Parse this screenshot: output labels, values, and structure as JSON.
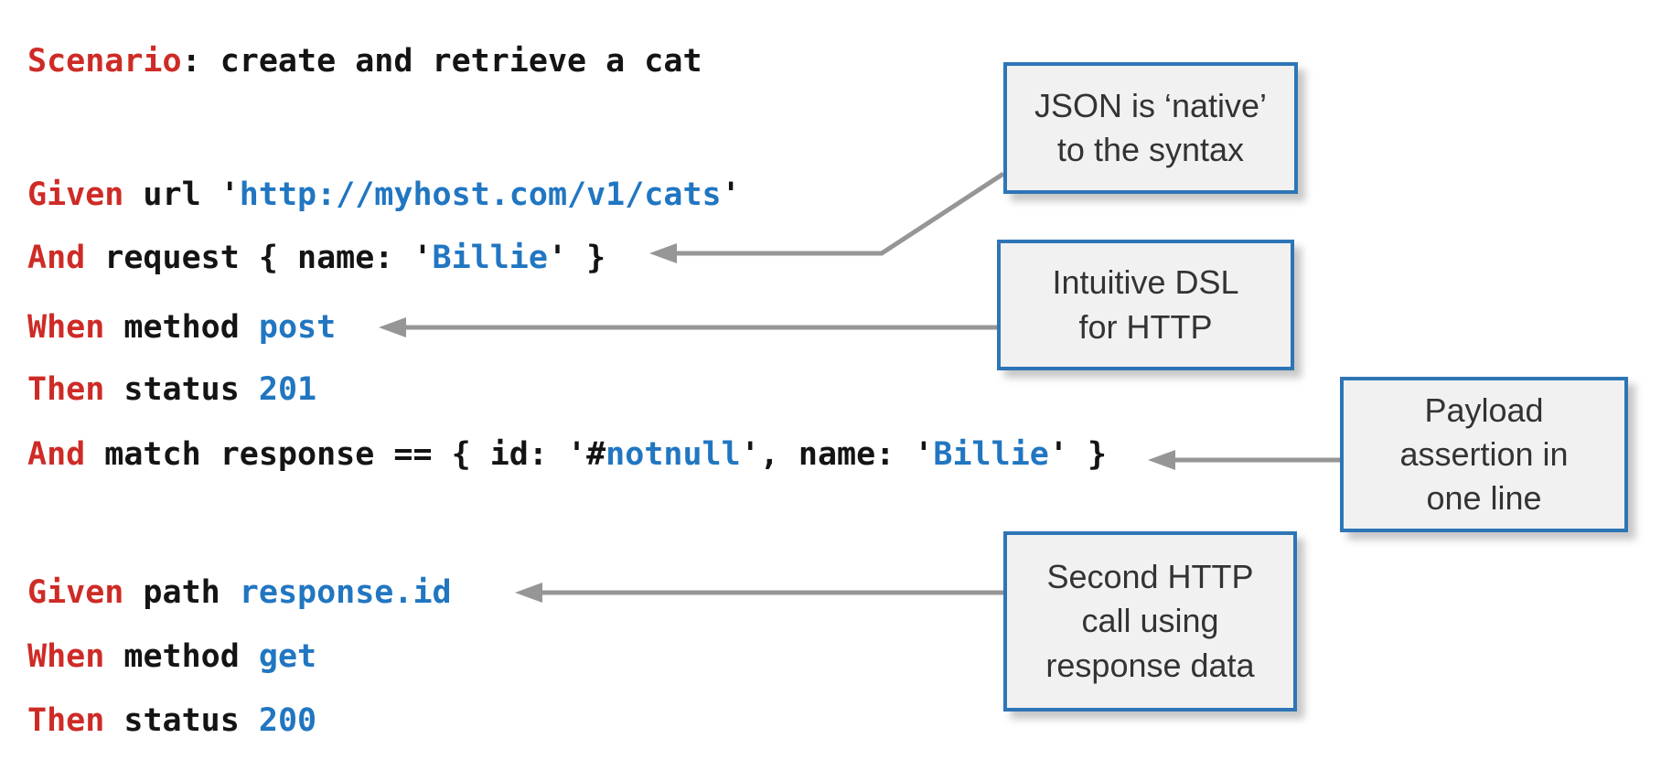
{
  "colors": {
    "background": "#ffffff",
    "code_keyword_red": "#ce2b26",
    "code_plain_black": "#141414",
    "code_value_blue": "#2176c1",
    "callout_border_blue": "#2e75b6",
    "callout_fill_gray": "#f1f1f2",
    "callout_text": "#333333",
    "arrow_gray": "#969696"
  },
  "code": {
    "language": "karate-gherkin",
    "lines": [
      {
        "segments": [
          {
            "text": "Scenario",
            "role": "keyword"
          },
          {
            "text": ": create and retrieve a cat",
            "role": "plain"
          }
        ]
      },
      {
        "segments": [
          {
            "text": "Given",
            "role": "keyword"
          },
          {
            "text": " url '",
            "role": "plain"
          },
          {
            "text": "http://myhost.com/v1/cats",
            "role": "value"
          },
          {
            "text": "'",
            "role": "plain"
          }
        ]
      },
      {
        "segments": [
          {
            "text": "And",
            "role": "keyword"
          },
          {
            "text": " request { name: '",
            "role": "plain"
          },
          {
            "text": "Billie",
            "role": "value"
          },
          {
            "text": "' }",
            "role": "plain"
          }
        ]
      },
      {
        "segments": [
          {
            "text": "When",
            "role": "keyword"
          },
          {
            "text": " method ",
            "role": "plain"
          },
          {
            "text": "post",
            "role": "value"
          }
        ]
      },
      {
        "segments": [
          {
            "text": "Then",
            "role": "keyword"
          },
          {
            "text": " status ",
            "role": "plain"
          },
          {
            "text": "201",
            "role": "value"
          }
        ]
      },
      {
        "segments": [
          {
            "text": "And",
            "role": "keyword"
          },
          {
            "text": " match response == { id: '#",
            "role": "plain"
          },
          {
            "text": "notnull",
            "role": "value"
          },
          {
            "text": "', name: '",
            "role": "plain"
          },
          {
            "text": "Billie",
            "role": "value"
          },
          {
            "text": "' }",
            "role": "plain"
          }
        ]
      },
      {
        "segments": [
          {
            "text": "Given",
            "role": "keyword"
          },
          {
            "text": " path ",
            "role": "plain"
          },
          {
            "text": "response.id",
            "role": "value"
          }
        ]
      },
      {
        "segments": [
          {
            "text": "When",
            "role": "keyword"
          },
          {
            "text": " method ",
            "role": "plain"
          },
          {
            "text": "get",
            "role": "value"
          }
        ]
      },
      {
        "segments": [
          {
            "text": "Then",
            "role": "keyword"
          },
          {
            "text": " status ",
            "role": "plain"
          },
          {
            "text": "200",
            "role": "value"
          }
        ]
      }
    ]
  },
  "callouts": [
    {
      "id": "json-native",
      "text": "JSON is ‘native’\nto the syntax"
    },
    {
      "id": "intuitive-dsl",
      "text": "Intuitive DSL\nfor HTTP"
    },
    {
      "id": "payload-assertion",
      "text": "Payload\nassertion in\none line"
    },
    {
      "id": "second-call",
      "text": "Second HTTP\ncall using\nresponse data"
    }
  ]
}
